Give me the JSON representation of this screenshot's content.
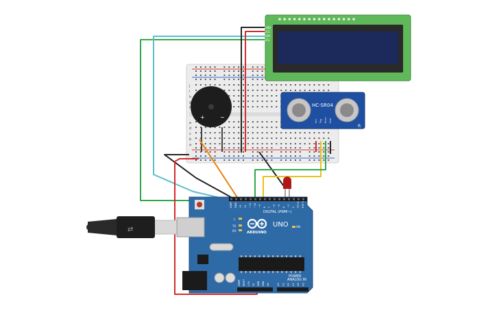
{
  "lcd": {
    "pin_labels": [
      "GND",
      "VCC",
      "SDA",
      "SCL"
    ],
    "colors": {
      "board": "#5fb95a",
      "screen": "#1b2a5a",
      "bezel": "#2a2a2a"
    }
  },
  "sensor": {
    "model": "HC-SR04",
    "pin_labels": [
      "Vcc",
      "Trig",
      "Echo",
      "Gnd"
    ],
    "mark": "R",
    "colors": {
      "board": "#1f4fa0"
    }
  },
  "breadboard": {
    "row_letters_top": [
      "j",
      "i",
      "h",
      "g",
      "f"
    ],
    "row_letters_bottom": [
      "e",
      "d",
      "c",
      "b",
      "a"
    ],
    "colors": {
      "body": "#ececec",
      "rail_red": "#d33",
      "rail_blue": "#36c"
    }
  },
  "buzzer": {
    "plus": "+",
    "minus": "−"
  },
  "led": {
    "color": "#b01818"
  },
  "arduino": {
    "brand": "ARDUINO",
    "model": "UNO",
    "digital_label": "DIGITAL (PWM~)",
    "power_label": "POWER",
    "analog_label": "ANALOG IN",
    "on_label": "ON",
    "led_l": "L",
    "led_tx": "TX",
    "led_rx": "RX",
    "top_pin_labels": [
      "AREF",
      "GND",
      "13",
      "12",
      "~11",
      "~10",
      "~9",
      "8",
      "7",
      "~6",
      "~5",
      "4",
      "~3",
      "2",
      "TX→1",
      "RX←0"
    ],
    "power_pin_labels": [
      "IOREF",
      "RESET",
      "3.3V",
      "5V",
      "GND",
      "GND",
      "Vin"
    ],
    "analog_pin_labels": [
      "A0",
      "A1",
      "A2",
      "A3",
      "A4",
      "A5"
    ],
    "colors": {
      "board": "#2e6aa6",
      "header": "#1a1a1a"
    }
  },
  "wire_colors": {
    "red": "#d42a2a",
    "black": "#222222",
    "green": "#2fa84a",
    "cyan": "#5bbccc",
    "orange": "#e8820c",
    "yellow": "#e6c21a"
  }
}
